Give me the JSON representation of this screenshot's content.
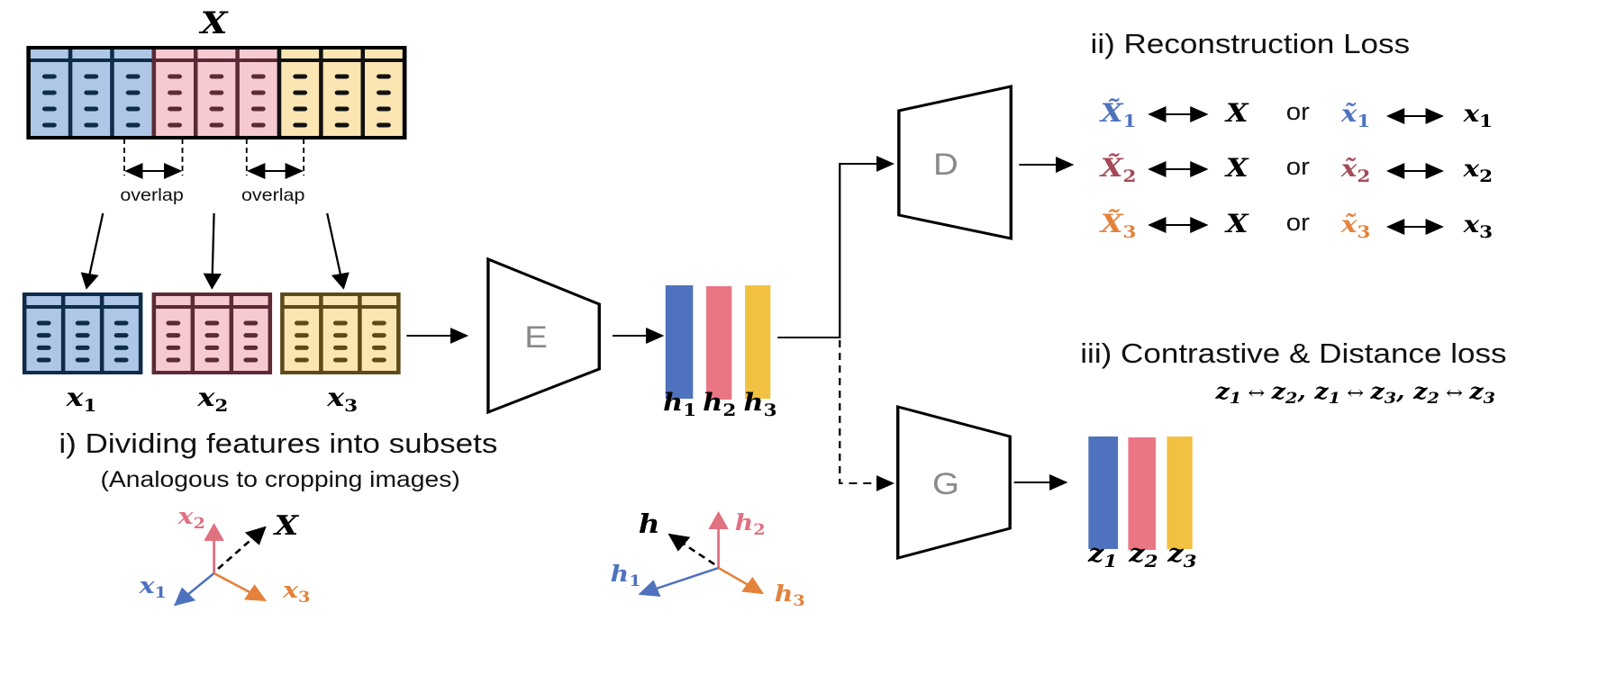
{
  "colors": {
    "blue": "#4f72be",
    "pink": "#ea7585",
    "yellow": "#f3c142",
    "tbl_blue_fill": "#aec7e6",
    "tbl_blue_line": "#0f2b4a",
    "tbl_pink_fill": "#f7c9d1",
    "tbl_pink_line": "#5c2a34",
    "tbl_yellow_fill": "#fbe6b3",
    "tbl_yellow_line": "#5e4a18",
    "x1_label": "#4f72be",
    "x2_label": "#a44a58",
    "x3_label": "#e4823b",
    "x2_axis": "#e07181",
    "gray_label": "#8a8a8a"
  },
  "input": {
    "full_label": "X",
    "overlap_labels": [
      "overlap",
      "overlap"
    ],
    "subsets": [
      {
        "label": "x",
        "sub": "1"
      },
      {
        "label": "x",
        "sub": "2"
      },
      {
        "label": "x",
        "sub": "3"
      }
    ]
  },
  "section_i": {
    "title": "i) Dividing features into subsets",
    "subtitle": "(Analogous to cropping images)",
    "vectors": {
      "x1": {
        "label": "x",
        "sub": "1"
      },
      "x2": {
        "label": "x",
        "sub": "2"
      },
      "x3": {
        "label": "x",
        "sub": "3"
      },
      "X": {
        "label": "X"
      }
    }
  },
  "modules": {
    "encoder": "E",
    "decoder": "D",
    "projector": "G"
  },
  "embeddings": {
    "h": [
      {
        "label": "h",
        "sub": "1"
      },
      {
        "label": "h",
        "sub": "2"
      },
      {
        "label": "h",
        "sub": "3"
      }
    ],
    "z": [
      {
        "label": "z",
        "sub": "1"
      },
      {
        "label": "z",
        "sub": "2"
      },
      {
        "label": "z",
        "sub": "3"
      }
    ],
    "h_vectors": {
      "h": {
        "label": "h"
      },
      "h1": {
        "label": "h",
        "sub": "1"
      },
      "h2": {
        "label": "h",
        "sub": "2"
      },
      "h3": {
        "label": "h",
        "sub": "3"
      }
    }
  },
  "section_ii": {
    "title": "ii) Reconstruction Loss",
    "or_text": "or",
    "rows": [
      {
        "recon_full": "X̃",
        "sub": "1",
        "target_full": "X",
        "recon_sub": "x̃",
        "target_sub": "x"
      },
      {
        "recon_full": "X̃",
        "sub": "2",
        "target_full": "X",
        "recon_sub": "x̃",
        "target_sub": "x"
      },
      {
        "recon_full": "X̃",
        "sub": "3",
        "target_full": "X",
        "recon_sub": "x̃",
        "target_sub": "x"
      }
    ]
  },
  "section_iii": {
    "title": "iii) Contrastive & Distance loss",
    "pairs": [
      {
        "a": "z",
        "a_sub": "1",
        "b": "z",
        "b_sub": "2",
        "sep": ","
      },
      {
        "a": "z",
        "a_sub": "1",
        "b": "z",
        "b_sub": "3",
        "sep": ","
      },
      {
        "a": "z",
        "a_sub": "2",
        "b": "z",
        "b_sub": "3",
        "sep": ""
      }
    ],
    "arrow_symbol": "↔"
  }
}
